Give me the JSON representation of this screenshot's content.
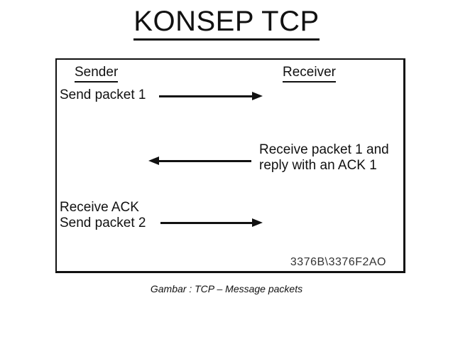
{
  "title": "KONSEP TCP",
  "diagram": {
    "sender_header": "Sender",
    "receiver_header": "Receiver",
    "row1_label": "Send packet 1",
    "row2_line1": "Receive packet 1 and",
    "row2_line2": "reply with an ACK 1",
    "row3_line1": "Receive ACK",
    "row3_line2": "Send packet 2",
    "watermark": "3376B\\3376F2AO"
  },
  "caption": "Gambar : TCP – Message packets",
  "colors": {
    "ink": "#111111",
    "background": "#ffffff"
  }
}
